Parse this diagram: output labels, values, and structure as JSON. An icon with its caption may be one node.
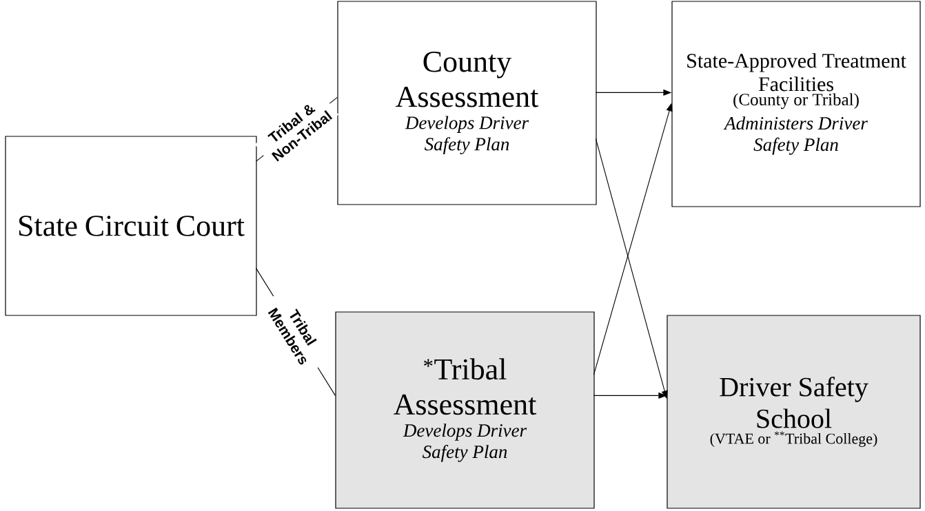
{
  "diagram": {
    "nodes": [
      {
        "text": [
          "State Circuit Court"
        ]
      },
      {
        "text": [
          "County Assessment",
          "Develops Driver Safety Plan"
        ]
      },
      {
        "text": [
          "State-Approved Treatment Facilities",
          "(County or Tribal)",
          "Administers Driver Safety Plan"
        ]
      },
      {
        "text": [
          "$^{*}$Tribal Assessment",
          "Develops Driver Safety Plan"
        ]
      },
      {
        "text": [
          "Driver Safety School",
          "(VTAE or $^{**}$Tribal College)"
        ]
      }
    ],
    "edges": [
      {
        "from": 0,
        "to": 1,
        "arrow": "none",
        "label": "Tribal & Non-Tribal"
      },
      {
        "from": 0,
        "to": 3,
        "arrow": "none",
        "label": "Tribal Members"
      },
      {
        "from": 1,
        "to": 2,
        "arrow": "to"
      },
      {
        "from": 1,
        "to": 4,
        "arrow": "to"
      },
      {
        "from": 3,
        "to": 2,
        "arrow": "to"
      },
      {
        "from": 3,
        "to": 4,
        "arrow": "to"
      }
    ]
  }
}
